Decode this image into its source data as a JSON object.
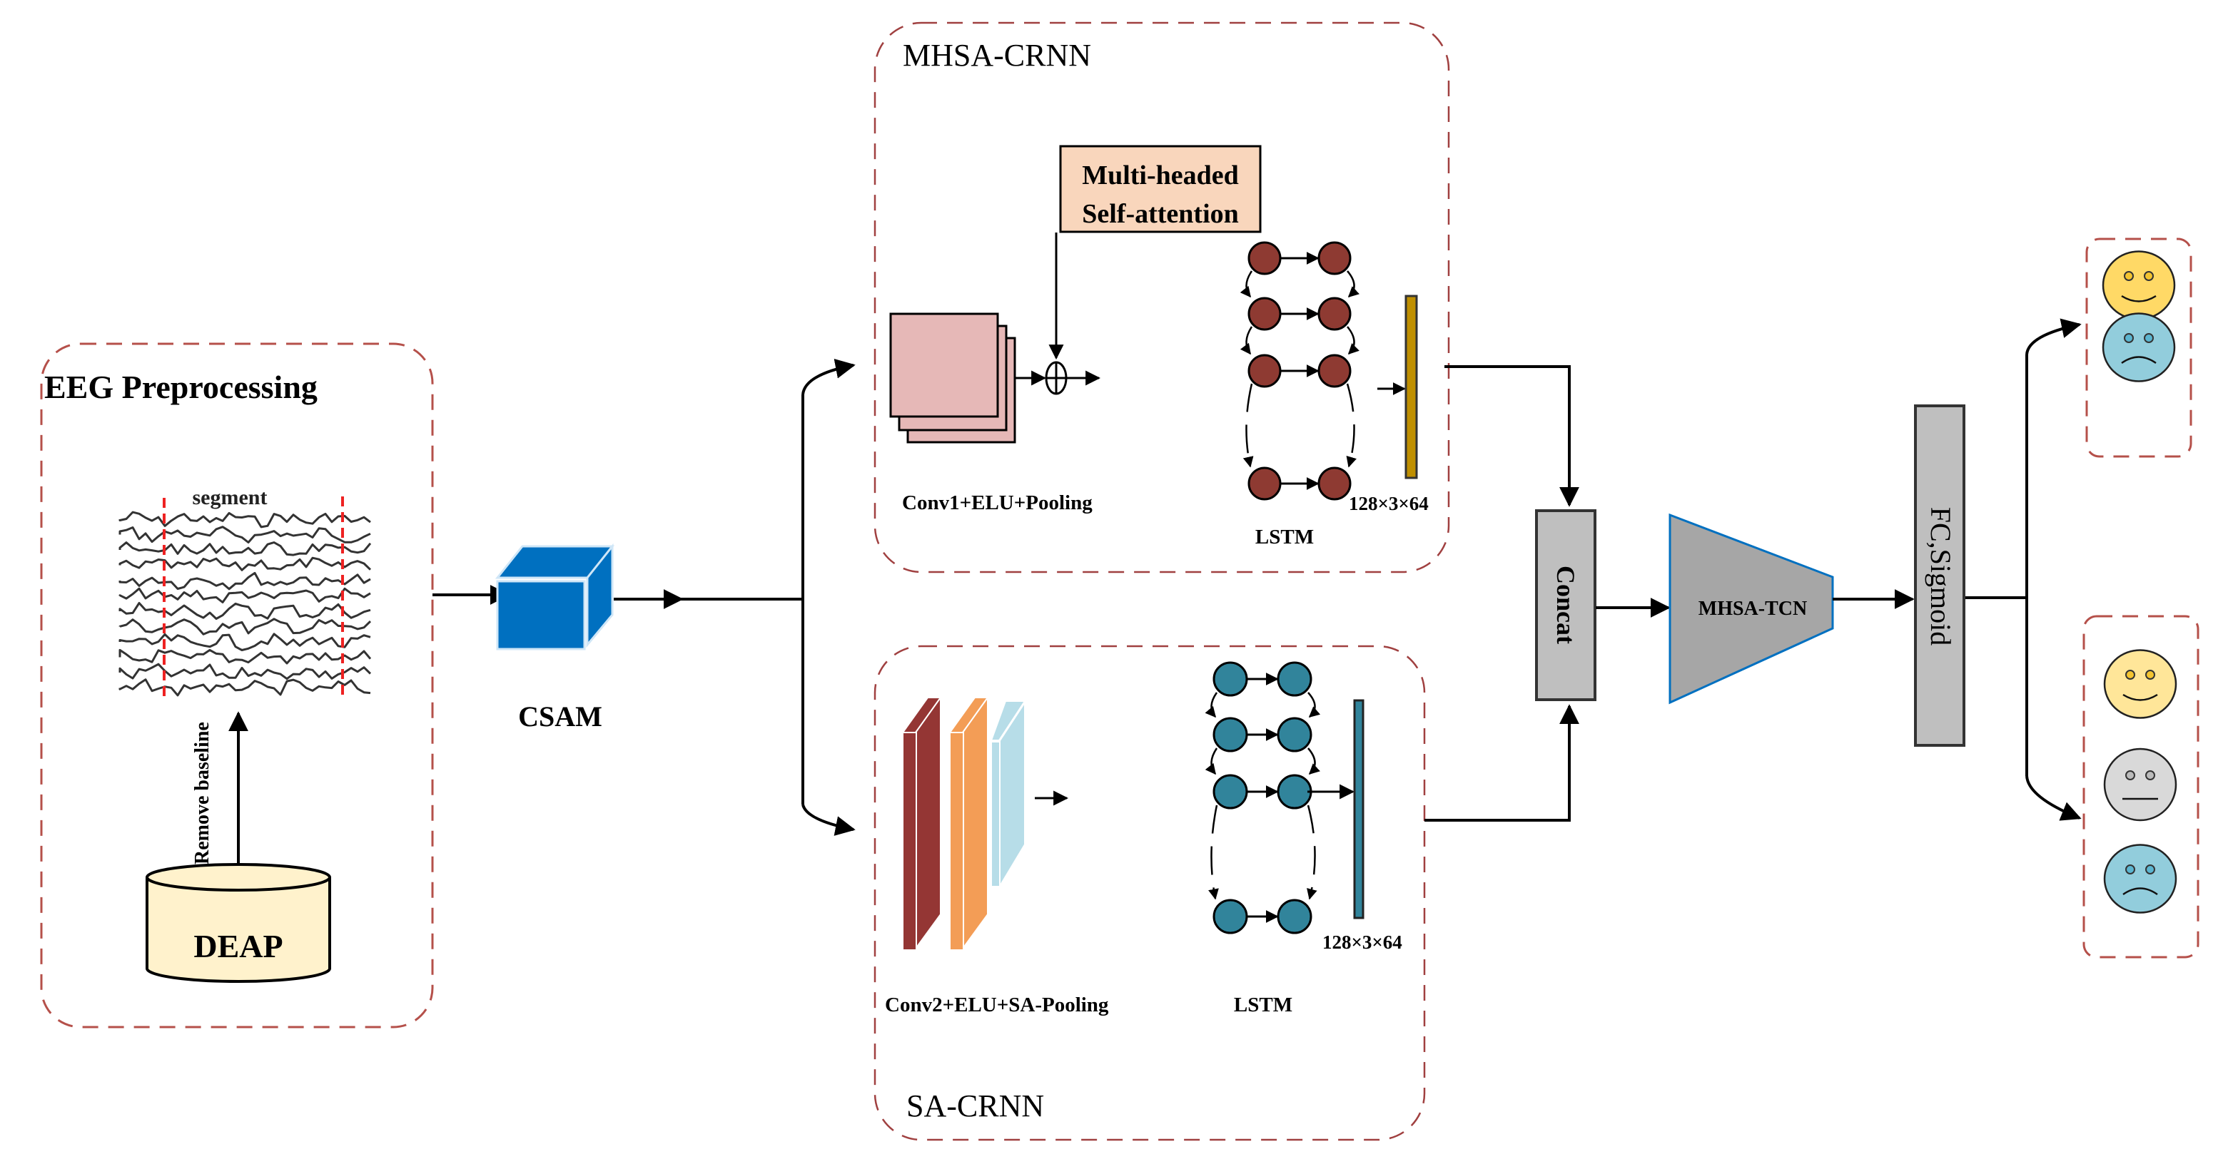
{
  "diagram": {
    "preprocessing": {
      "title": "EEG Preprocessing",
      "segment_label": "segment",
      "remove_baseline_label": "Remove baseline",
      "dataset_label": "DEAP"
    },
    "csam": {
      "label": "CSAM"
    },
    "mhsa_crnn": {
      "title": "MHSA-CRNN",
      "attention_label_line1": "Multi-headed",
      "attention_label_line2": "Self-attention",
      "conv_label": "Conv1+ELU+Pooling",
      "lstm_label": "LSTM",
      "output_dims": "128×3×64"
    },
    "sa_crnn": {
      "title": "SA-CRNN",
      "conv_label": "Conv2+ELU+SA-Pooling",
      "lstm_label": "LSTM",
      "output_dims": "128×3×64"
    },
    "concat": {
      "label": "Concat"
    },
    "mhsa_tcn": {
      "label": "MHSA-TCN"
    },
    "fc": {
      "label": "FC,Sigmoid"
    },
    "outputs": {
      "binary": [
        "happy-face-icon",
        "sad-face-icon"
      ],
      "ternary": [
        "happy-face-icon",
        "neutral-face-icon",
        "sad-face-icon"
      ]
    },
    "colors": {
      "dashed_border": "#b5504a",
      "csam_blue": "#0070c0",
      "attention_fill": "#f9d6bc",
      "conv1_fill": "#e6b8b7",
      "lstm1_node": "#8e3a32",
      "lstm1_bar": "#bf8f00",
      "conv2_dark": "#943634",
      "conv2_orange": "#f39d56",
      "conv2_light": "#b7dde8",
      "lstm2_node": "#31849b",
      "grey_box": "#bfbfbf",
      "tcn_fill": "#a6a6a6",
      "tcn_stroke": "#0070c0",
      "happy_face": "#ffd966",
      "happy_face_light": "#ffe699",
      "neutral_face": "#d9d9d9",
      "sad_face": "#92cddc",
      "dataset_fill": "#fff2cc"
    }
  }
}
